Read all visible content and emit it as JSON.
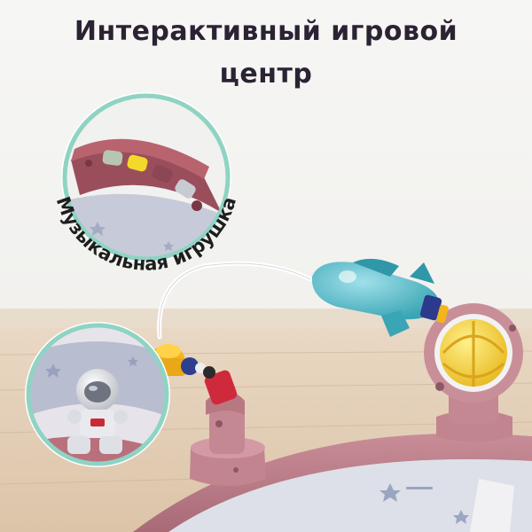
{
  "title": {
    "line1": "Интерактивный игровой",
    "line2": "центр"
  },
  "inset_top": {
    "label": "Музыкальная игрушка",
    "ring_color": "#8fd3c3",
    "subject": "toy panel with buttons"
  },
  "inset_bottom": {
    "ring_color": "#8fd3c3",
    "subject": "astronaut figure toy"
  },
  "product": {
    "frame_color": "#c2848f",
    "rocket_color": "#4bb8c6",
    "ball_color": "#f7d23a"
  }
}
